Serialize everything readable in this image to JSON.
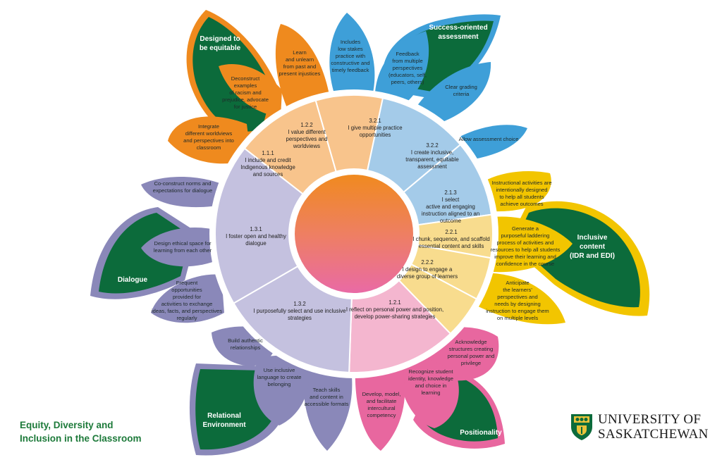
{
  "title": [
    "Equity, Diversity and",
    "Inclusion in the Classroom"
  ],
  "logo": {
    "line1": "UNIVERSITY OF",
    "line2": "SASKATCHEWAN",
    "crest_icon": "university-crest-icon"
  },
  "colors": {
    "orange": "#ef8a1e",
    "orange_light": "#f8c48c",
    "blue": "#3e9fd8",
    "blue_light": "#a4cbe9",
    "yellow": "#f2c500",
    "yellow_light": "#f8dc8e",
    "pink": "#e8679f",
    "pink_light": "#f4b6cf",
    "purple": "#8a88b9",
    "purple_light": "#c4c1df",
    "green": "#0c6b3b"
  },
  "categories": {
    "equitable": [
      "Designed to",
      "be equitable"
    ],
    "assessment": [
      "Success-oriented",
      "assessment"
    ],
    "inclusive": [
      "Inclusive",
      "content",
      "(IDR and EDI)"
    ],
    "positionality": [
      "Positionality"
    ],
    "relational": [
      "Relational",
      "Environment"
    ],
    "dialogue": [
      "Dialogue"
    ]
  },
  "petals": {
    "learn": [
      "Learn",
      "and unlearn",
      "from past and",
      "present injustices"
    ],
    "deconstruct": [
      "Deconstruct",
      "examples",
      "of racism and",
      "prejudice, advocate",
      "for justice"
    ],
    "integrate": [
      "Integrate",
      "different worldviews",
      "and perspectives into",
      "classroom"
    ],
    "low_stakes": [
      "Includes",
      "low stakes",
      "practice  with",
      "constructive and",
      "timely feedback"
    ],
    "feedback": [
      "Feedback",
      "from multiple",
      "perspectives",
      "(educators, self,",
      "peers, others)"
    ],
    "grading": [
      "Clear grading",
      "criteria"
    ],
    "choice": [
      "Allow assessment choice"
    ],
    "instructional": [
      "Instructional activities are",
      "intentionally designed",
      "to help all students",
      "achieve outcomes"
    ],
    "laddering": [
      "Generate a",
      "purposeful laddering",
      "process of activities and",
      "resources to help all students",
      "improve their learning and",
      "confidence in the course"
    ],
    "anticipate": [
      "Anticipate",
      "the learners'",
      "perspectives and",
      "needs by designing",
      "instruction to engage them",
      "on multiple levels"
    ],
    "acknowledge": [
      "Acknowledge",
      "structures creating",
      "personal power and",
      "privilege"
    ],
    "recognize": [
      "Recognize student",
      "identity, knowledge",
      "and choice in",
      "learning"
    ],
    "develop": [
      "Develop, model,",
      "and facilitate",
      "intercultural",
      "competency"
    ],
    "teach": [
      "Teach skills",
      "and content in",
      "accessible formats"
    ],
    "language": [
      "Use inclusive",
      "language to create",
      "belonging"
    ],
    "authentic": [
      "Build authentic",
      "relationships"
    ],
    "frequent": [
      "Frequent",
      "opportunities",
      "provided for",
      "activities to exchange",
      "ideas, facts, and perspectives",
      "regularly"
    ],
    "ethical": [
      "Design ethical space for",
      "learning from each other"
    ],
    "coconstruct": [
      "Co-construct norms and",
      "expectations for dialogue"
    ]
  },
  "sectors": {
    "s111": [
      "1.1.1",
      "I include and credit",
      "Indigenous knowledge",
      "and sources"
    ],
    "s122": [
      "1.2.2",
      "I value different",
      "perspectives and",
      "worldviews"
    ],
    "s321": [
      "3.2.1",
      "I give multiple practice",
      "opportunities"
    ],
    "s322": [
      "3.2.2",
      "I create inclusive,",
      "transparent, equitable",
      "assessment"
    ],
    "s213": [
      "2.1.3",
      "I select",
      "active and engaging",
      "instruction aligned to an",
      "outcome"
    ],
    "s221": [
      "2.2.1",
      "I chunk, sequence, and scaffold",
      "essential content and skills"
    ],
    "s222": [
      "2.2.2",
      "I design to engage a",
      "diverse group of learners"
    ],
    "s121": [
      "1.2.1",
      "I reflect on personal power and position,",
      "develop power-sharing strategies"
    ],
    "s132": [
      "1.3.2",
      "I purposefully select and use inclusive",
      "strategies"
    ],
    "s131": [
      "1.3.1",
      "I foster open and healthy",
      "dialogue"
    ]
  }
}
